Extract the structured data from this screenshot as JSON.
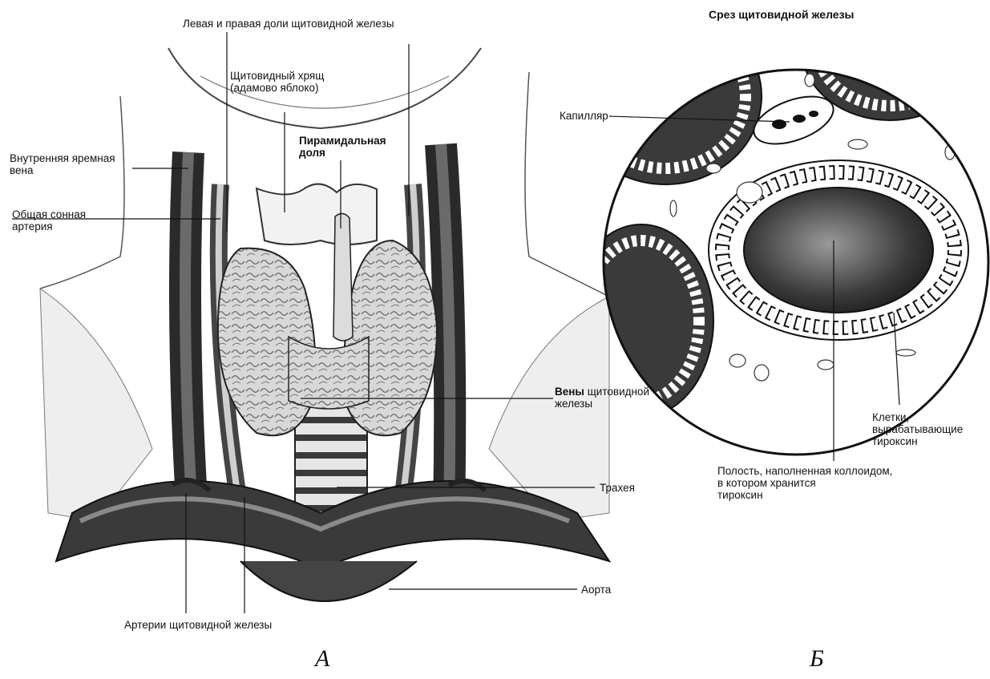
{
  "panel_a": {
    "letter": "А",
    "labels": {
      "lobes": "Левая и правая доли щитовидной железы",
      "cartilage": "Щитовидный хрящ\n(адамово яблоко)",
      "pyramidal": "Пирамидальная\nдоля",
      "jugular": "Внутренняя яремная\nвена",
      "carotid": "Общая сонная\nартерия",
      "veins_bold": "Вены",
      "veins_rest": " щитовидной\nжелезы",
      "trachea": "Трахея",
      "aorta": "Аорта",
      "arteries": "Артерии щитовидной железы"
    }
  },
  "panel_b": {
    "letter": "Б",
    "title": "Срез щитовидной железы",
    "labels": {
      "capillary": "Капилляр",
      "cells": "Клетки,\nвырабатывающие\nтироксин",
      "cavity": "Полость, наполненная коллоидом,\nв котором хранится\nтироксин"
    }
  }
}
